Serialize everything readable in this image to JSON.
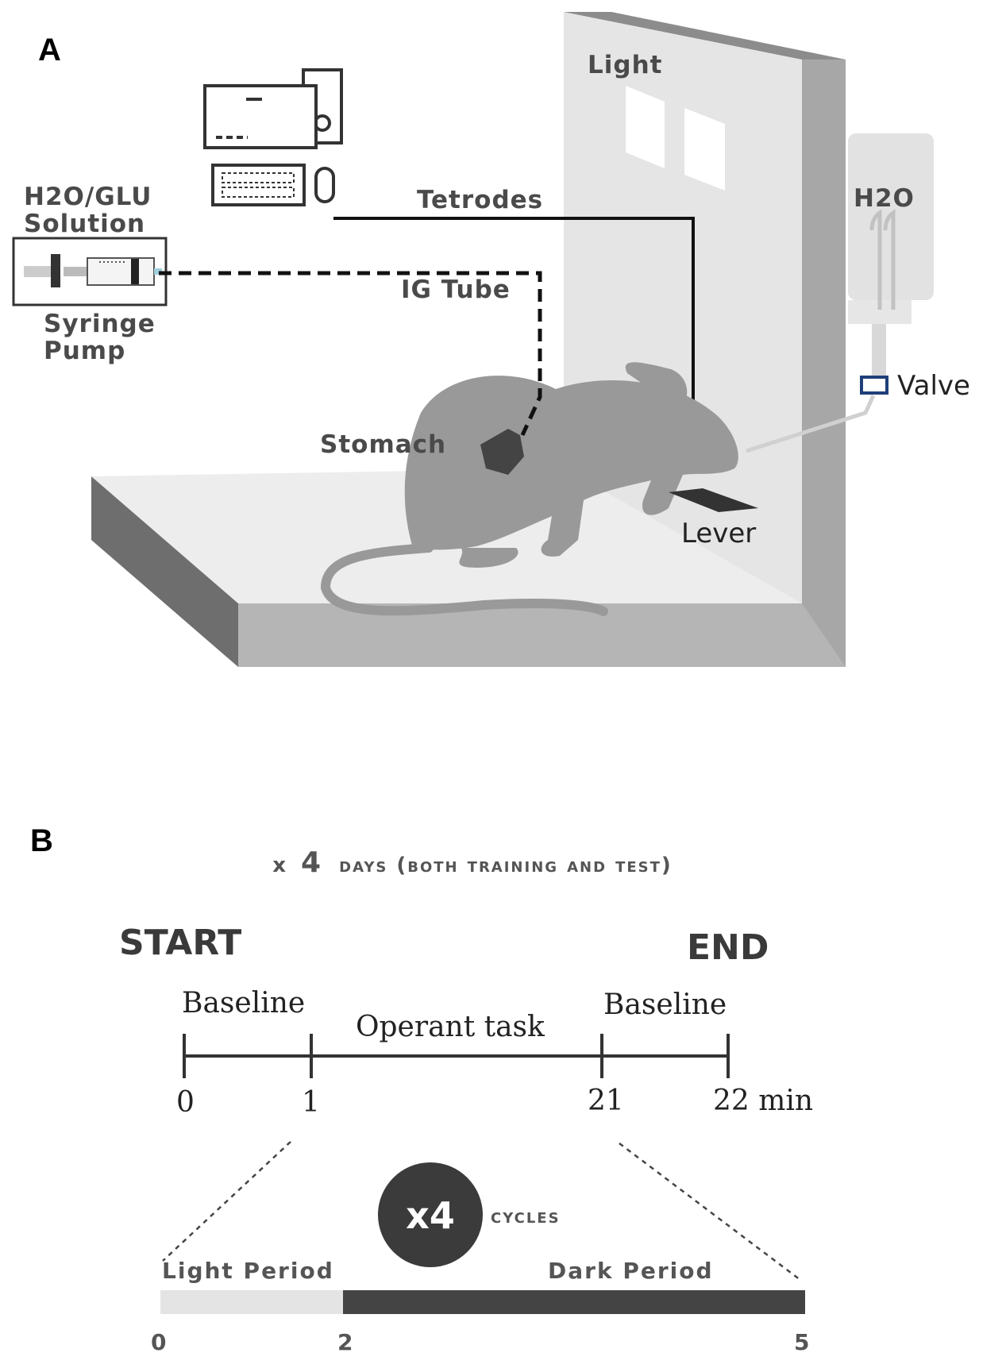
{
  "panel_a": {
    "letter": "A",
    "labels": {
      "light": "Light",
      "solution_line1": "H2O/GLU",
      "solution_line2": "Solution",
      "syringe_line1": "Syringe",
      "syringe_line2": "Pump",
      "tetrodes": "Tetrodes",
      "ig_tube": "IG Tube",
      "h2o": "H2O",
      "valve": "Valve",
      "stomach": "Stomach",
      "lever": "Lever"
    }
  },
  "panel_b": {
    "letter": "B",
    "header_x": "x",
    "header_num": "4",
    "header_rest": "days (both training and test)",
    "start": "START",
    "end": "END",
    "segments": [
      "Baseline",
      "Operant task",
      "Baseline"
    ],
    "ticks": [
      "0",
      "1",
      "21",
      "22 min"
    ],
    "cycles_badge": "x4",
    "cycles_label": "cycles",
    "light_period": "Light Period",
    "dark_period": "Dark Period",
    "period_ticks": [
      "0",
      "2",
      "5"
    ],
    "colors": {
      "light_bar": "#e4e4e4",
      "dark_bar": "#444444",
      "badge": "#3b3b3b"
    }
  }
}
